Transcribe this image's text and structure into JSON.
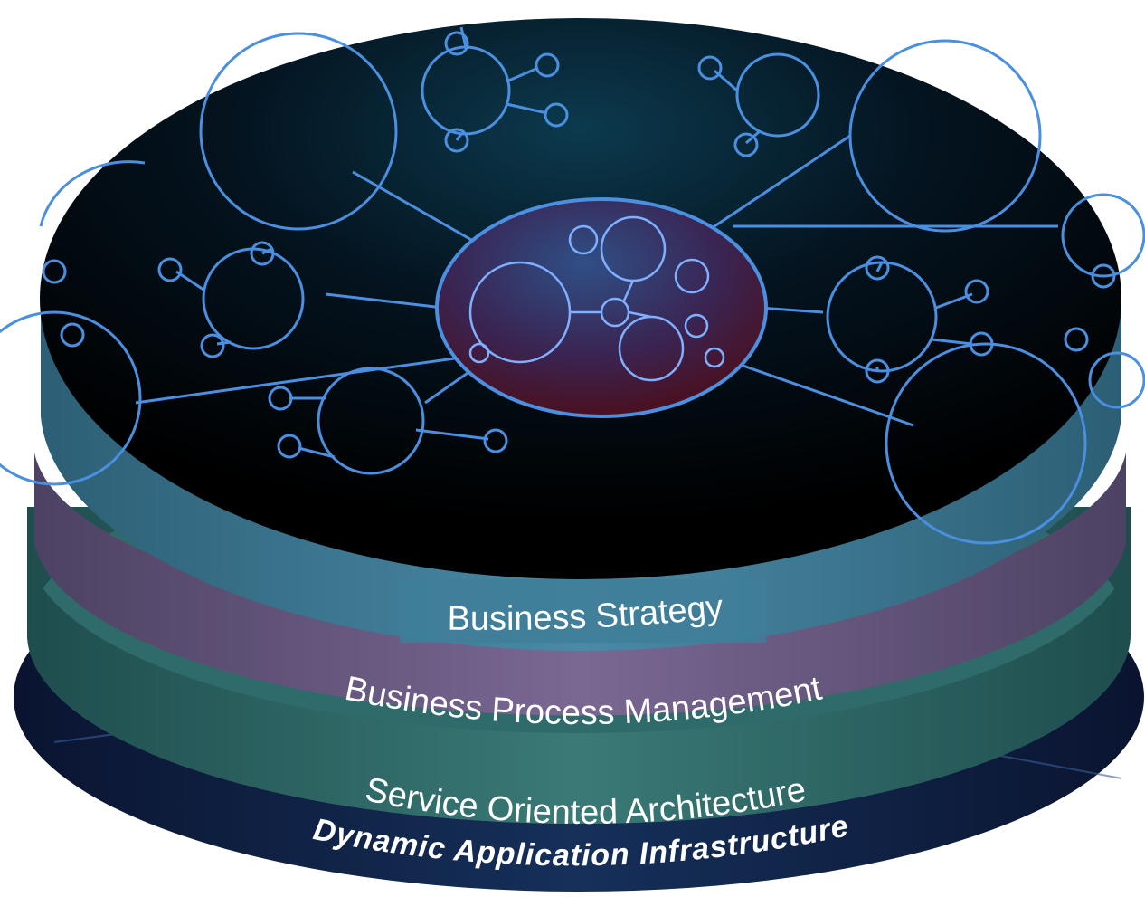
{
  "diagram": {
    "layers": [
      {
        "label": "Business Strategy",
        "color": "#3f7e99"
      },
      {
        "label": "Business Process Management",
        "color": "#6d5b85"
      },
      {
        "label": "Service Oriented Architecture",
        "color": "#2f6b6a"
      }
    ],
    "base": {
      "label": "Dynamic Application Infrastructure",
      "color": "#0d1b3d"
    },
    "top_disk": {
      "background": "#000000",
      "line_color": "#4a8fe0",
      "core_color": "#3a2a5a"
    }
  }
}
